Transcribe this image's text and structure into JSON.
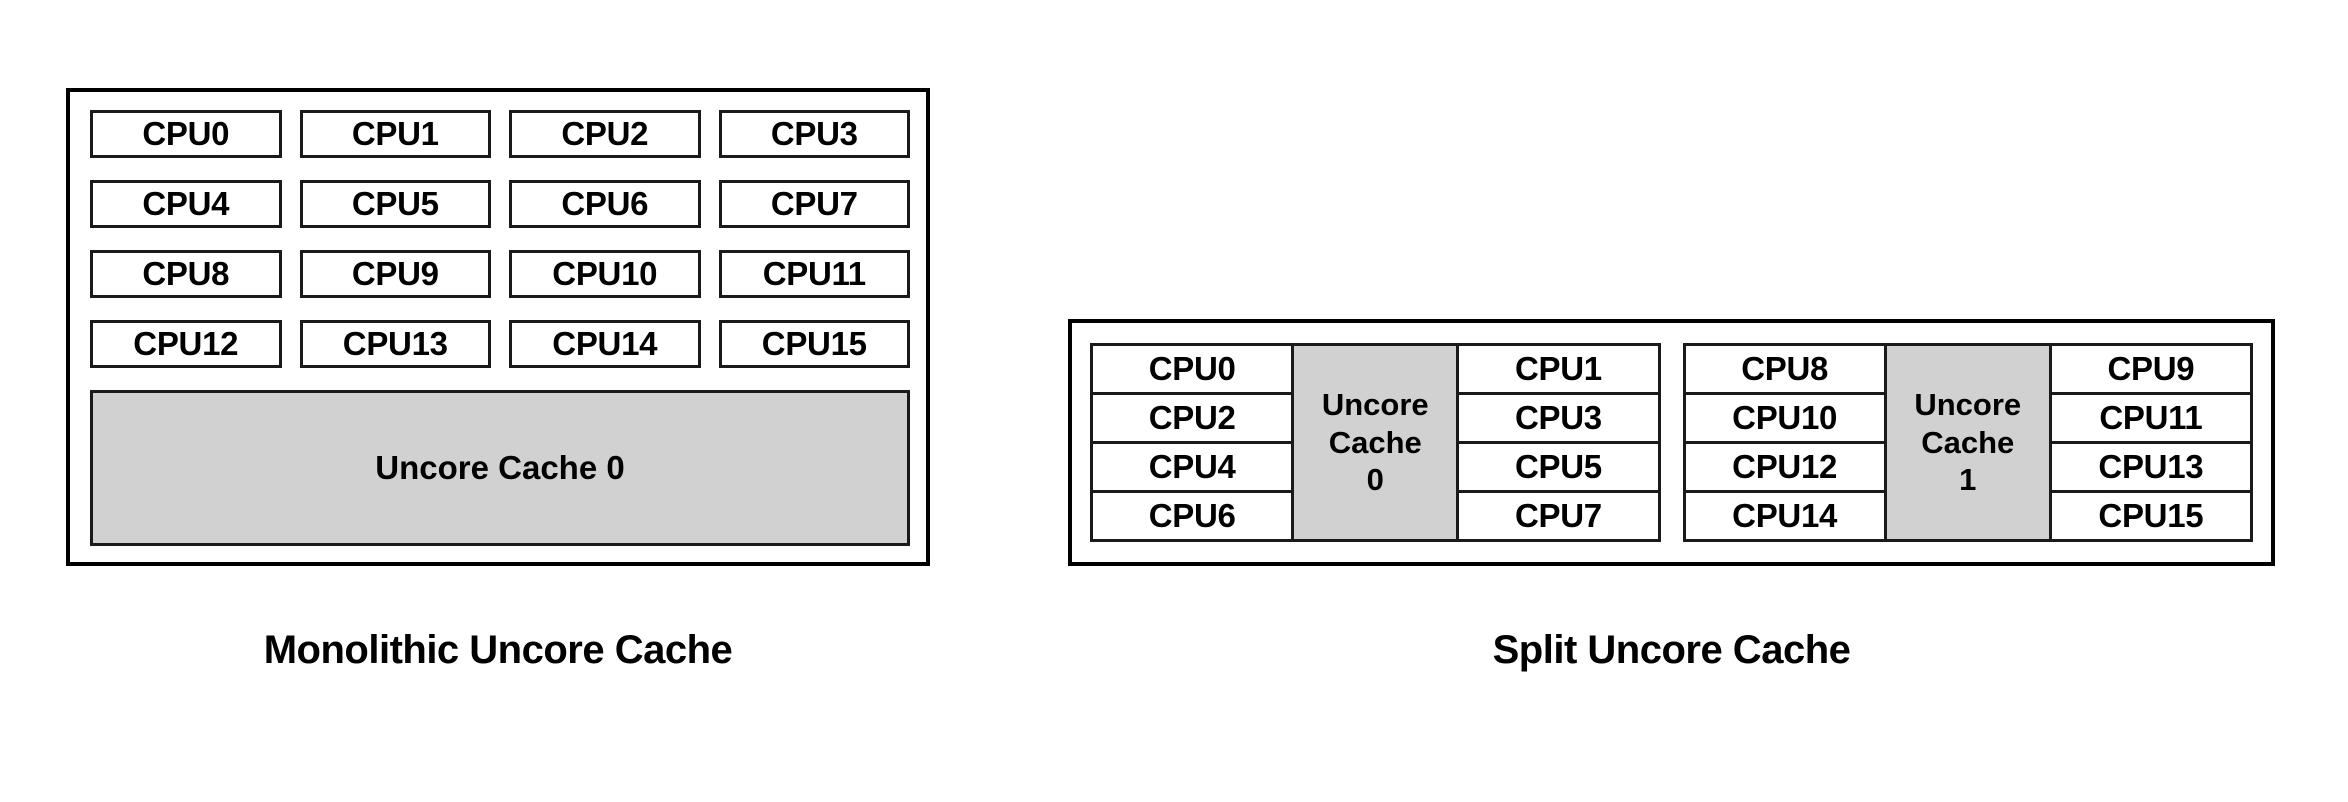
{
  "figures": [
    {
      "id": "monolithic",
      "caption": "Monolithic Uncore Cache",
      "layout": "monolithic",
      "cpus": [
        "CPU0",
        "CPU1",
        "CPU2",
        "CPU3",
        "CPU4",
        "CPU5",
        "CPU6",
        "CPU7",
        "CPU8",
        "CPU9",
        "CPU10",
        "CPU11",
        "CPU12",
        "CPU13",
        "CPU14",
        "CPU15"
      ],
      "cache": {
        "label": "Uncore Cache 0",
        "fill": "#d1d1d1"
      }
    },
    {
      "id": "split",
      "caption": "Split Uncore Cache",
      "layout": "split",
      "groups": [
        {
          "left_column": [
            "CPU0",
            "CPU2",
            "CPU4",
            "CPU6"
          ],
          "cache": {
            "line1": "Uncore",
            "line2": "Cache",
            "line3": "0",
            "fill": "#d1d1d1"
          },
          "right_column": [
            "CPU1",
            "CPU3",
            "CPU5",
            "CPU7"
          ]
        },
        {
          "left_column": [
            "CPU8",
            "CPU10",
            "CPU12",
            "CPU14"
          ],
          "cache": {
            "line1": "Uncore",
            "line2": "Cache",
            "line3": "1",
            "fill": "#d1d1d1"
          },
          "right_column": [
            "CPU9",
            "CPU11",
            "CPU13",
            "CPU15"
          ]
        }
      ]
    }
  ],
  "colors": {
    "background": "#ffffff",
    "outline": "#000000",
    "cell_outline": "#1a1a1a",
    "cache_fill": "#d1d1d1",
    "text": "#000000"
  }
}
